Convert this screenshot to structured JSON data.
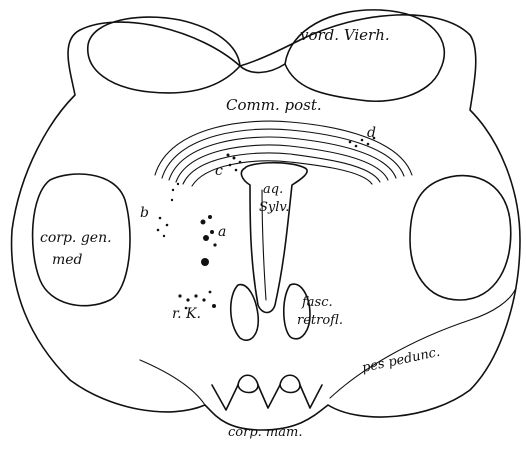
{
  "figure": {
    "labels": {
      "vord_vierh": "vord. Vierh.",
      "comm_post": "Comm. post.",
      "d": "d",
      "c": "c",
      "aq_sylv_1": "aq.",
      "aq_sylv_2": "Sylv.",
      "b": "b",
      "a": "a",
      "corp_gen_1": "corp. gen.",
      "corp_gen_2": "med",
      "r_k": "r. K.",
      "fasc_1": "fasc.",
      "fasc_2": "retrofl.",
      "pes_pedunc": "pes pedunc.",
      "corp_mam": "corp. mam."
    },
    "colors": {
      "ink": "#111111",
      "paper": "#ffffff"
    }
  }
}
